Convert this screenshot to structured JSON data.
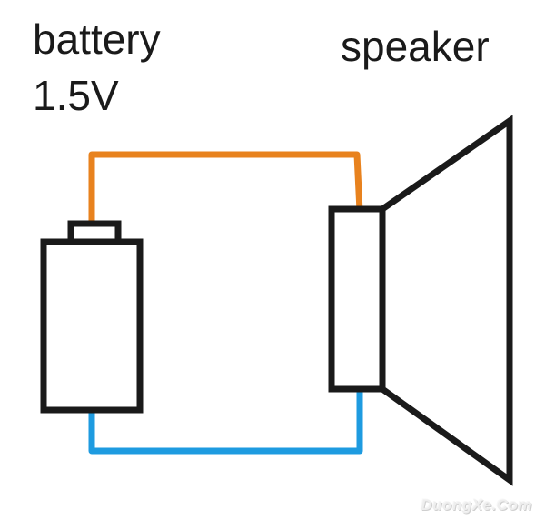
{
  "labels": {
    "battery": "battery",
    "voltage": "1.5V",
    "speaker": "speaker"
  },
  "watermark": "DuongXe.Com",
  "colors": {
    "outline": "#1a1a1a",
    "positive_wire": "#e8821e",
    "negative_wire": "#1e9be0",
    "background": "#ffffff"
  }
}
